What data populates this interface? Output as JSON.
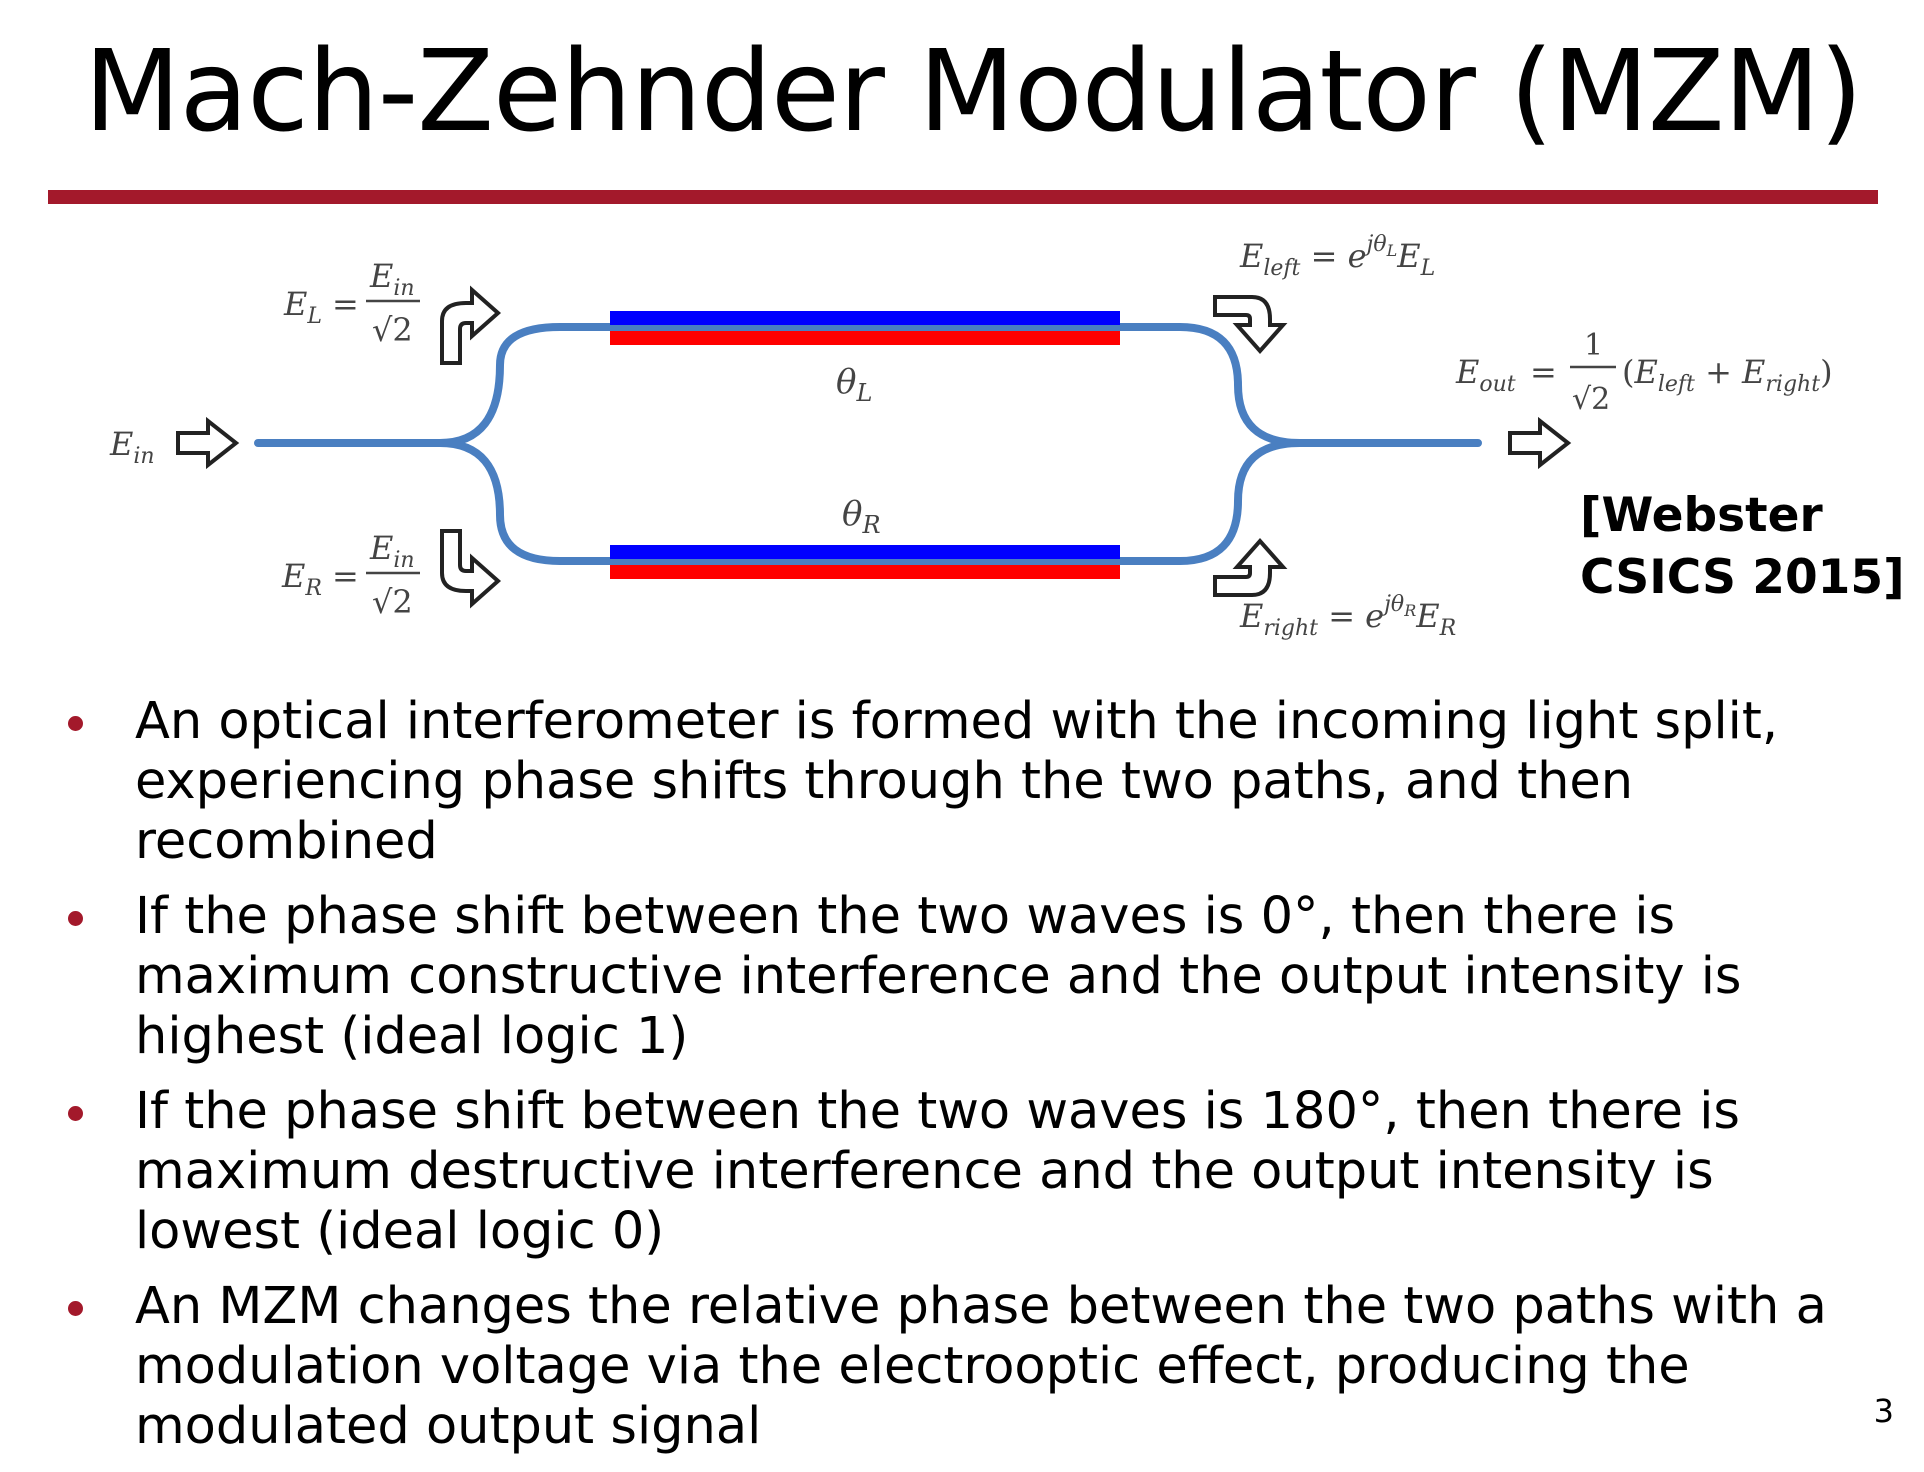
{
  "slide": {
    "title": "Mach-Zehnder Modulator (MZM)",
    "accent_color": "#a3192b",
    "page_number": "3"
  },
  "diagram": {
    "colors": {
      "waveguide": "#4a7fc1",
      "electrode_top": "#0000ff",
      "electrode_bottom": "#ff0000"
    },
    "labels": {
      "e_in": {
        "E": "E",
        "sub": "in"
      },
      "e_l": {
        "lhs": "E",
        "lhs_sub": "L",
        "eq": "=",
        "num": "E",
        "num_sub": "in",
        "den": "√2"
      },
      "e_r": {
        "lhs": "E",
        "lhs_sub": "R",
        "eq": "=",
        "num": "E",
        "num_sub": "in",
        "den": "√2"
      },
      "theta_l": {
        "sym": "θ",
        "sub": "L"
      },
      "theta_r": {
        "sym": "θ",
        "sub": "R"
      },
      "e_left": {
        "lhs": "E",
        "lhs_sub": "left",
        "eq": " = ",
        "base": "e",
        "exp": "jθ",
        "exp_sub": "L",
        "tail": "E",
        "tail_sub": "L"
      },
      "e_right": {
        "lhs": "E",
        "lhs_sub": "right",
        "eq": " = ",
        "base": "e",
        "exp": "jθ",
        "exp_sub": "R",
        "tail": "E",
        "tail_sub": "R"
      },
      "e_out": {
        "lhs": "E",
        "lhs_sub": "out",
        "eq": "=",
        "num": "1",
        "den": "√2",
        "open": "(",
        "a": "E",
        "a_sub": "left",
        "plus": " + ",
        "b": "E",
        "b_sub": "right",
        "close": ")"
      }
    },
    "icons": [
      "right-arrow-icon",
      "curved-up-right-arrow-icon",
      "curved-down-right-arrow-icon",
      "curved-right-down-arrow-icon",
      "curved-right-up-arrow-icon"
    ]
  },
  "citation": {
    "line1": "[Webster",
    "line2": "CSICS 2015]"
  },
  "bullets": [
    "An optical interferometer is formed with the incoming light split, experiencing phase shifts through the two paths, and then recombined",
    "If the phase shift between the two waves is 0°, then there is maximum constructive interference and the output intensity is highest (ideal logic 1)",
    "If the phase shift between the two waves is 180°, then there is maximum destructive interference and the output intensity is lowest (ideal logic 0)",
    "An MZM changes the relative phase between the two paths with a modulation voltage via the electrooptic effect, producing the modulated output signal"
  ]
}
